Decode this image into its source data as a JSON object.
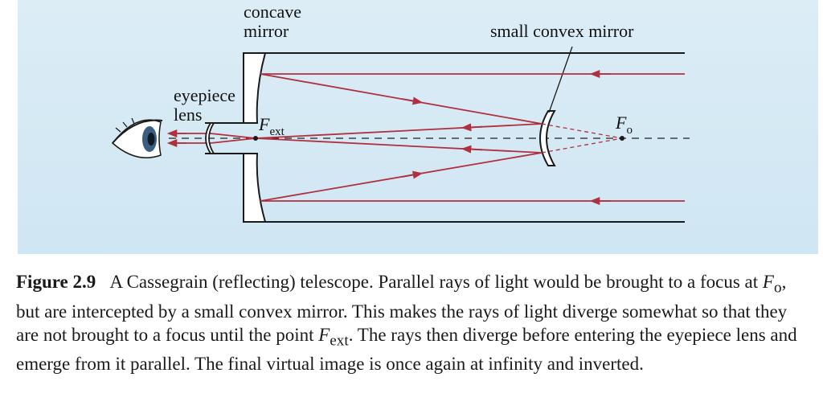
{
  "diagram": {
    "labels": {
      "concave_mirror_line1": "concave",
      "concave_mirror_line2": "mirror",
      "convex_mirror": "small convex mirror",
      "eyepiece_line1": "eyepiece",
      "eyepiece_line2": "lens",
      "f_ext_main": "F",
      "f_ext_sub": "ext",
      "f_o_main": "F",
      "f_o_sub": "o"
    },
    "colors": {
      "ray": "#b03040",
      "tube": "#1a1a1a",
      "panel": "#d6eaf5"
    }
  },
  "caption": {
    "figure_label": "Figure 2.9",
    "part1": "A Cassegrain (reflecting) telescope. Parallel rays of light would be brought to a focus at ",
    "sym1": "F",
    "sym1_sub": "o",
    "part2": ", but are intercepted by a small convex mirror. This makes the rays of light diverge somewhat so that they are not brought to a focus until the point ",
    "sym2": "F",
    "sym2_sub": "ext",
    "part3": ". The rays then diverge before entering the eyepiece lens and emerge from it parallel. The final virtual image is once again at infinity and inverted."
  }
}
